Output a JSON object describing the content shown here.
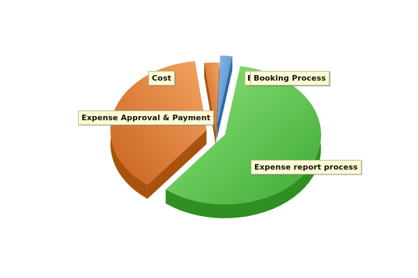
{
  "chart_data": {
    "type": "pie",
    "style": "3d-exploded",
    "title": "",
    "legend": "none",
    "slices": [
      {
        "name": "Expense report process",
        "value": 58.0,
        "color": "#5cc24a",
        "exploded": true
      },
      {
        "name": "Expense Approval & Payment",
        "value": 37.5,
        "color": "#e07a2e",
        "exploded": true
      },
      {
        "name": "Cost",
        "value": 2.5,
        "color": "#e8924a",
        "exploded": false
      },
      {
        "name": "Booking Process",
        "value": 2.0,
        "color": "#5b9bd5",
        "exploded": true
      }
    ],
    "labels": [
      {
        "slice": "Cost",
        "text": "Cost"
      },
      {
        "slice": "Expense Approval & Payment",
        "text": "Expense Approval & Payment"
      },
      {
        "slice": "Booking Process",
        "text": "Booking Process"
      },
      {
        "slice": "Expense report process",
        "text": "Expense report process"
      }
    ]
  }
}
